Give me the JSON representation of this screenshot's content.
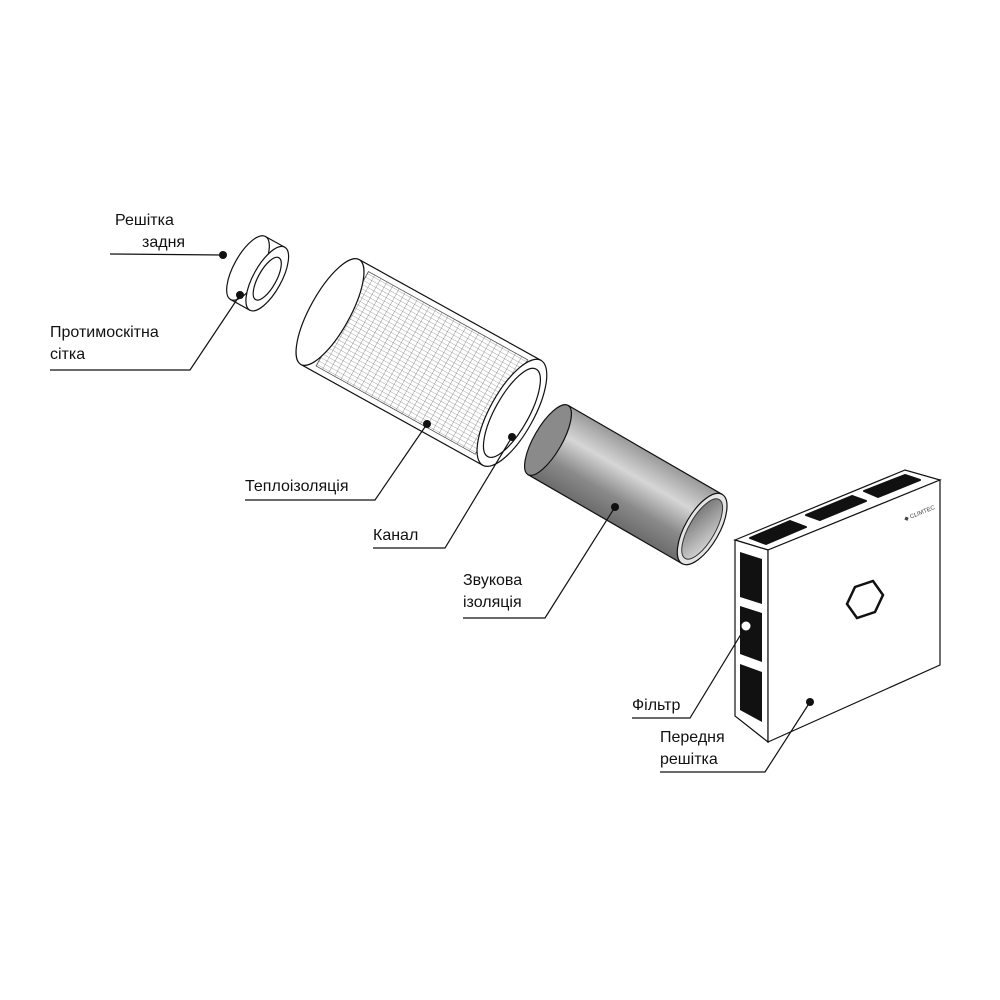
{
  "labels": {
    "rear_grille": [
      "Решітка",
      "задня"
    ],
    "mosquito_net": [
      "Протимоскітна",
      "сітка"
    ],
    "thermal_insulation": "Теплоізоляція",
    "channel": "Канал",
    "sound_insulation": [
      "Звукова",
      "ізоляція"
    ],
    "filter": "Фільтр",
    "front_grille": [
      "Передня",
      "решітка"
    ]
  },
  "logo": "CLIMTEC",
  "colors": {
    "line": "#111111",
    "tube_dark": "#7a7a7a",
    "tube_light": "#cfcfcf"
  }
}
